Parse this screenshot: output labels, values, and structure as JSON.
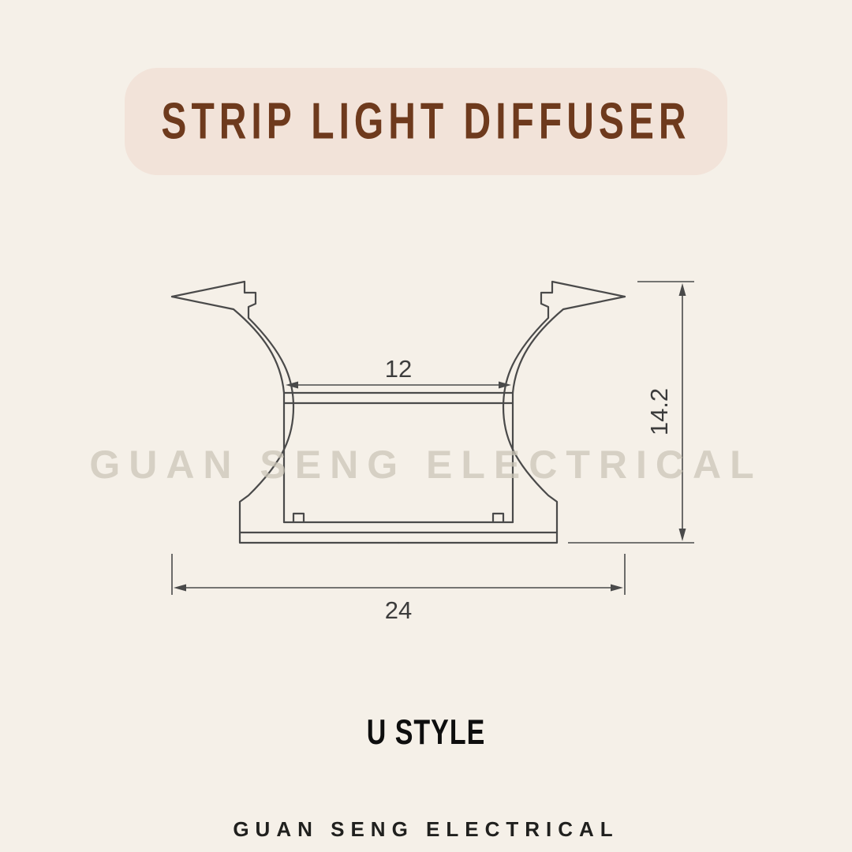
{
  "page": {
    "background_color": "#f5f0e8"
  },
  "title_banner": {
    "label": "STRIP LIGHT DIFFUSER",
    "background_color": "#f2e3d9",
    "text_color": "#6e3a1d"
  },
  "diagram": {
    "subject": "strip-light-diffuser-profile-cross-section",
    "line_color": "#4a4a4a",
    "dimensions": {
      "inner_width": "12",
      "height": "14.2",
      "outer_width": "24"
    }
  },
  "watermark": {
    "label": "GUAN SENG ELECTRICAL",
    "color": "#ccc6b8"
  },
  "style_label": {
    "label": "U STYLE"
  },
  "footer": {
    "label": "GUAN SENG ELECTRICAL"
  }
}
